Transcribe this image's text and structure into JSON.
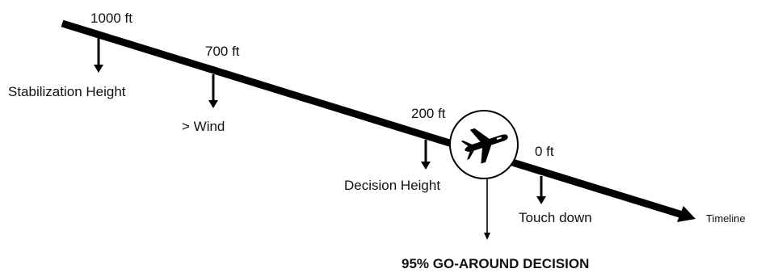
{
  "diagram": {
    "timeline_label": "Timeline",
    "altitudes": {
      "a1000": "1000 ft",
      "a700": "700 ft",
      "a200": "200 ft",
      "a0": "0 ft"
    },
    "events": {
      "stabilization": "Stabilization Height",
      "wind": "> Wind",
      "decision": "Decision Height",
      "touchdown": "Touch down"
    },
    "go_around": "95% GO-AROUND DECISION",
    "icons": {
      "aircraft": "airplane-icon"
    },
    "colors": {
      "ink": "#000000",
      "background": "#ffffff"
    }
  }
}
